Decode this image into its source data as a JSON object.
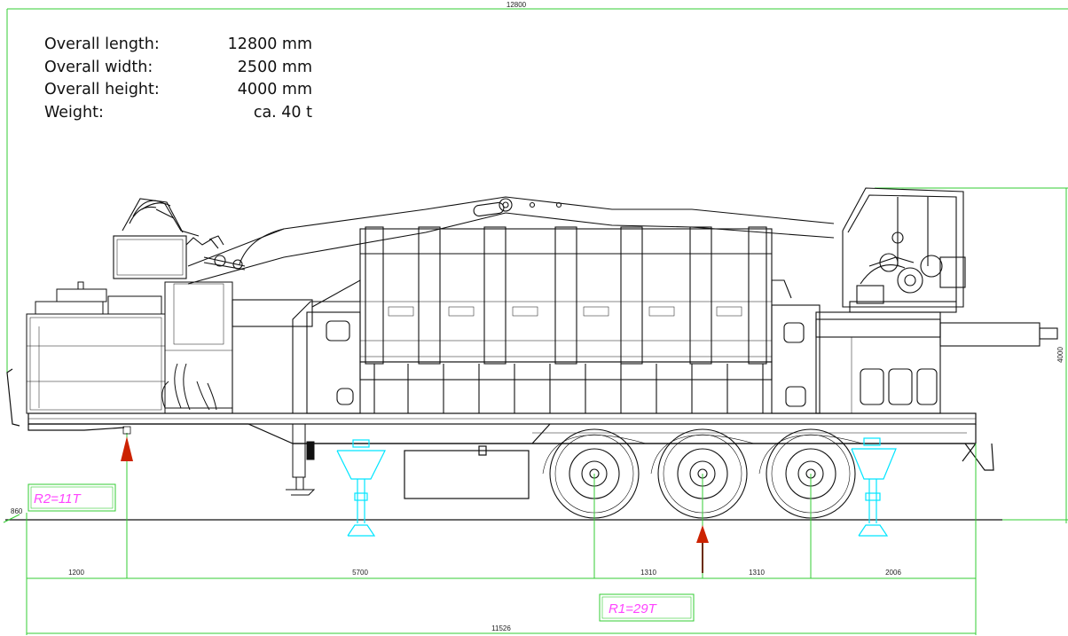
{
  "specs": [
    {
      "label": "Overall length:",
      "value": "12800 mm"
    },
    {
      "label": "Overall width:",
      "value": "2500 mm"
    },
    {
      "label": "Overall height:",
      "value": "4000 mm"
    },
    {
      "label": "Weight:",
      "value": "ca. 40 t"
    }
  ],
  "dimensions": {
    "overall_top": "12800",
    "height_side": "4000",
    "ground_ref": "860",
    "seg_1": "1200",
    "seg_2": "5700",
    "seg_3": "1310",
    "seg_4": "1310",
    "seg_5": "2006",
    "total_bottom": "11526"
  },
  "reactions": {
    "r2": "R2=11T",
    "r1": "R1=29T"
  },
  "colors": {
    "line": "#111111",
    "dimension": "#33cc33",
    "outrigger": "#00e5ff",
    "reaction_text": "#ff44ff",
    "arrow": "#cc2200"
  }
}
